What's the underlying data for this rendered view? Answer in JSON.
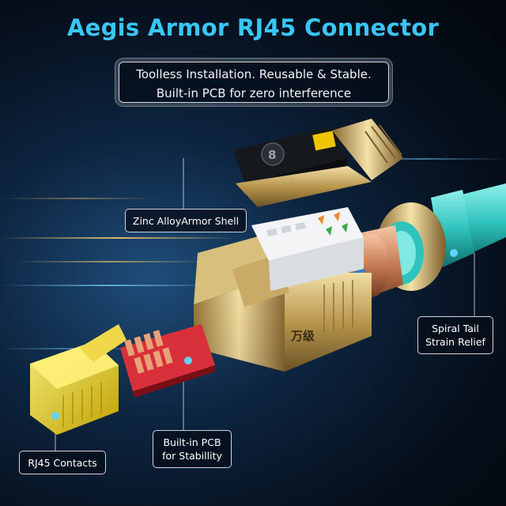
{
  "title": "Aegis Armor RJ45 Connector",
  "tagline": {
    "line1": "Toolless Installation. Reusable & Stable.",
    "line2": "Built-in PCB for zero interference"
  },
  "callouts": {
    "zinc_shell": "Zinc AlloyArmor Shell",
    "spiral_tail": {
      "line1": "Spiral Tail",
      "line2": "Strain Relief"
    },
    "pcb": {
      "line1": "Built-in PCB",
      "line2": "for Stabillity"
    },
    "rj45": "RJ45 Contacts"
  },
  "product_marks": {
    "brand": "万级",
    "number_badge": "8"
  },
  "colors": {
    "title": "#39c6f5",
    "cable": "#3fd6cf",
    "gold": "#c9a75c",
    "pcb": "#d8303a",
    "plug": "#e8d000"
  }
}
